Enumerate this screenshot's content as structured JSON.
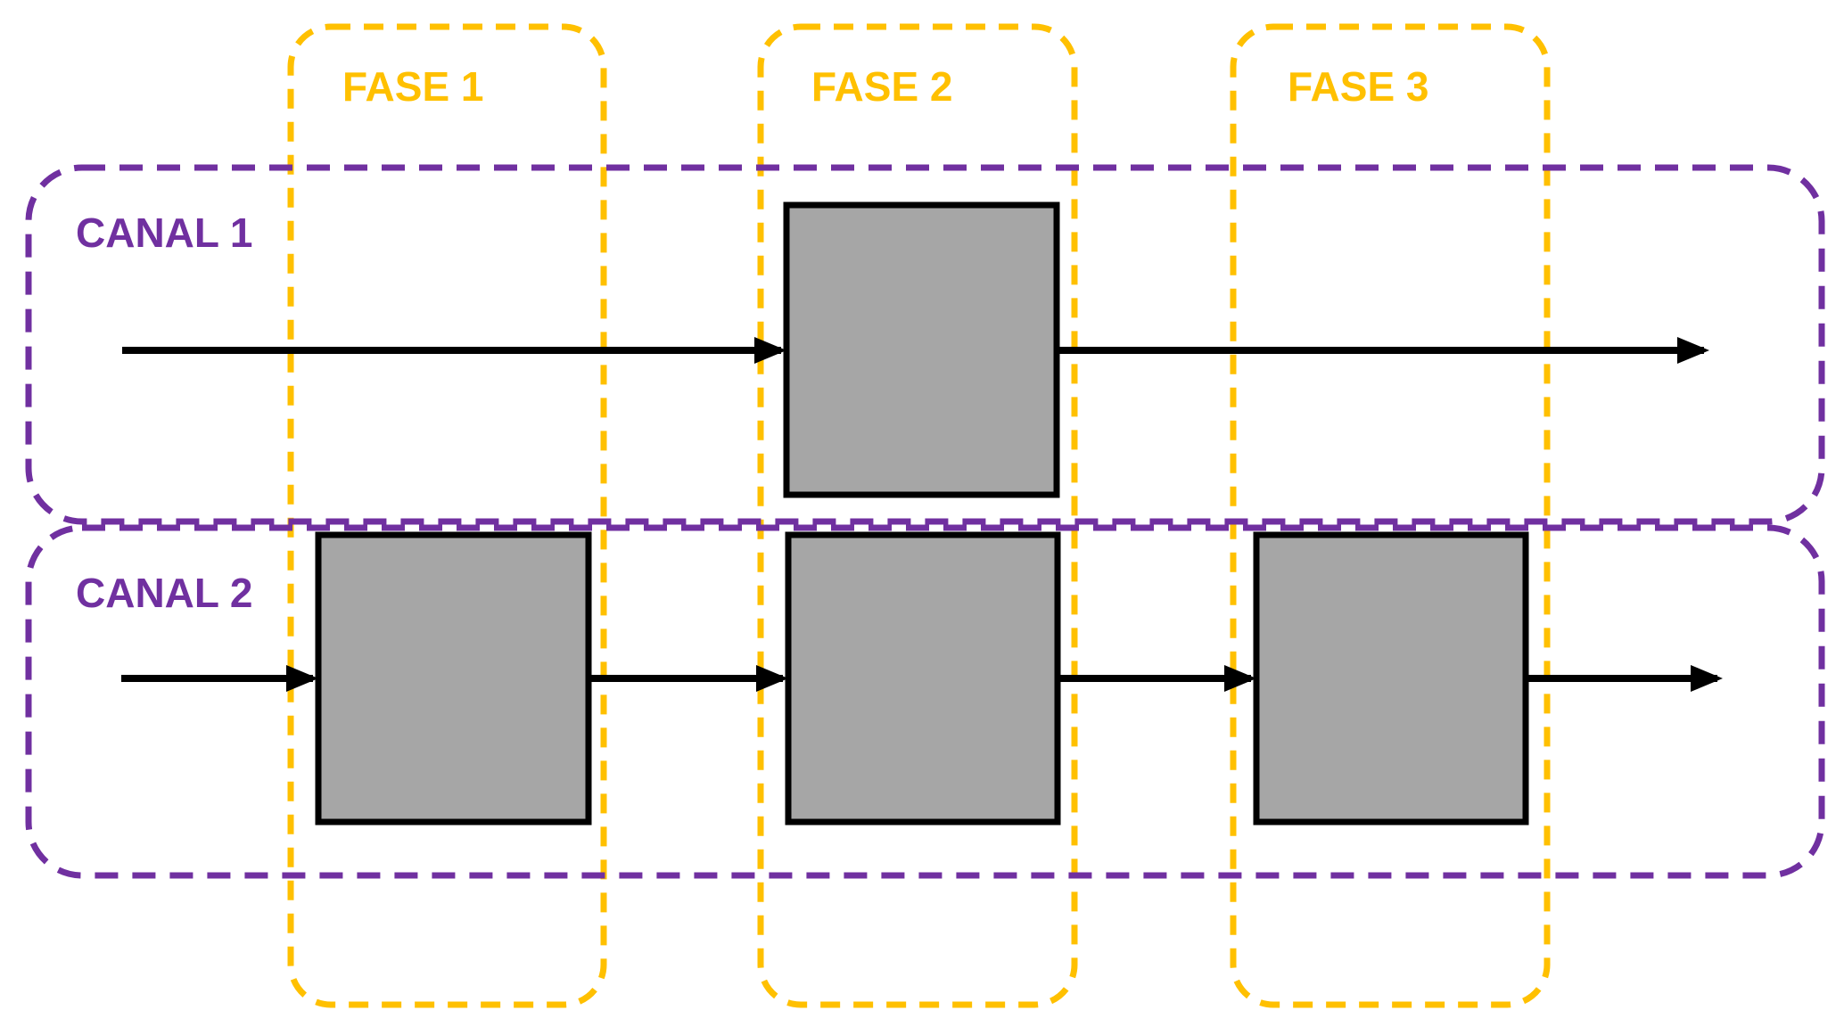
{
  "diagram": {
    "background": "#FFFFFF",
    "colors": {
      "phase_outline": "#FFC000",
      "phase_label": "#FFC000",
      "channel_outline": "#7030A0",
      "channel_label": "#7030A0",
      "box_fill": "#A6A6A6",
      "box_outline": "#000000",
      "arrow": "#000000"
    },
    "phases": [
      {
        "label": "FASE 1"
      },
      {
        "label": "FASE 2"
      },
      {
        "label": "FASE 3"
      }
    ],
    "channels": [
      {
        "label": "CANAL 1"
      },
      {
        "label": "CANAL 2"
      }
    ]
  }
}
